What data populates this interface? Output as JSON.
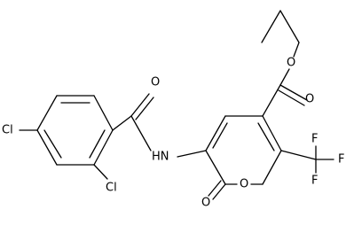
{
  "structure": {
    "atom_labels": {
      "cl_para": "Cl",
      "cl_ortho": "Cl",
      "amide_o": "O",
      "nh": "HN",
      "ester_o_carbonyl": "O",
      "ester_o_ether": "O",
      "ring_o": "O",
      "lactone_o": "O",
      "f_top": "F",
      "f_right": "F",
      "f_bottom": "F"
    }
  }
}
